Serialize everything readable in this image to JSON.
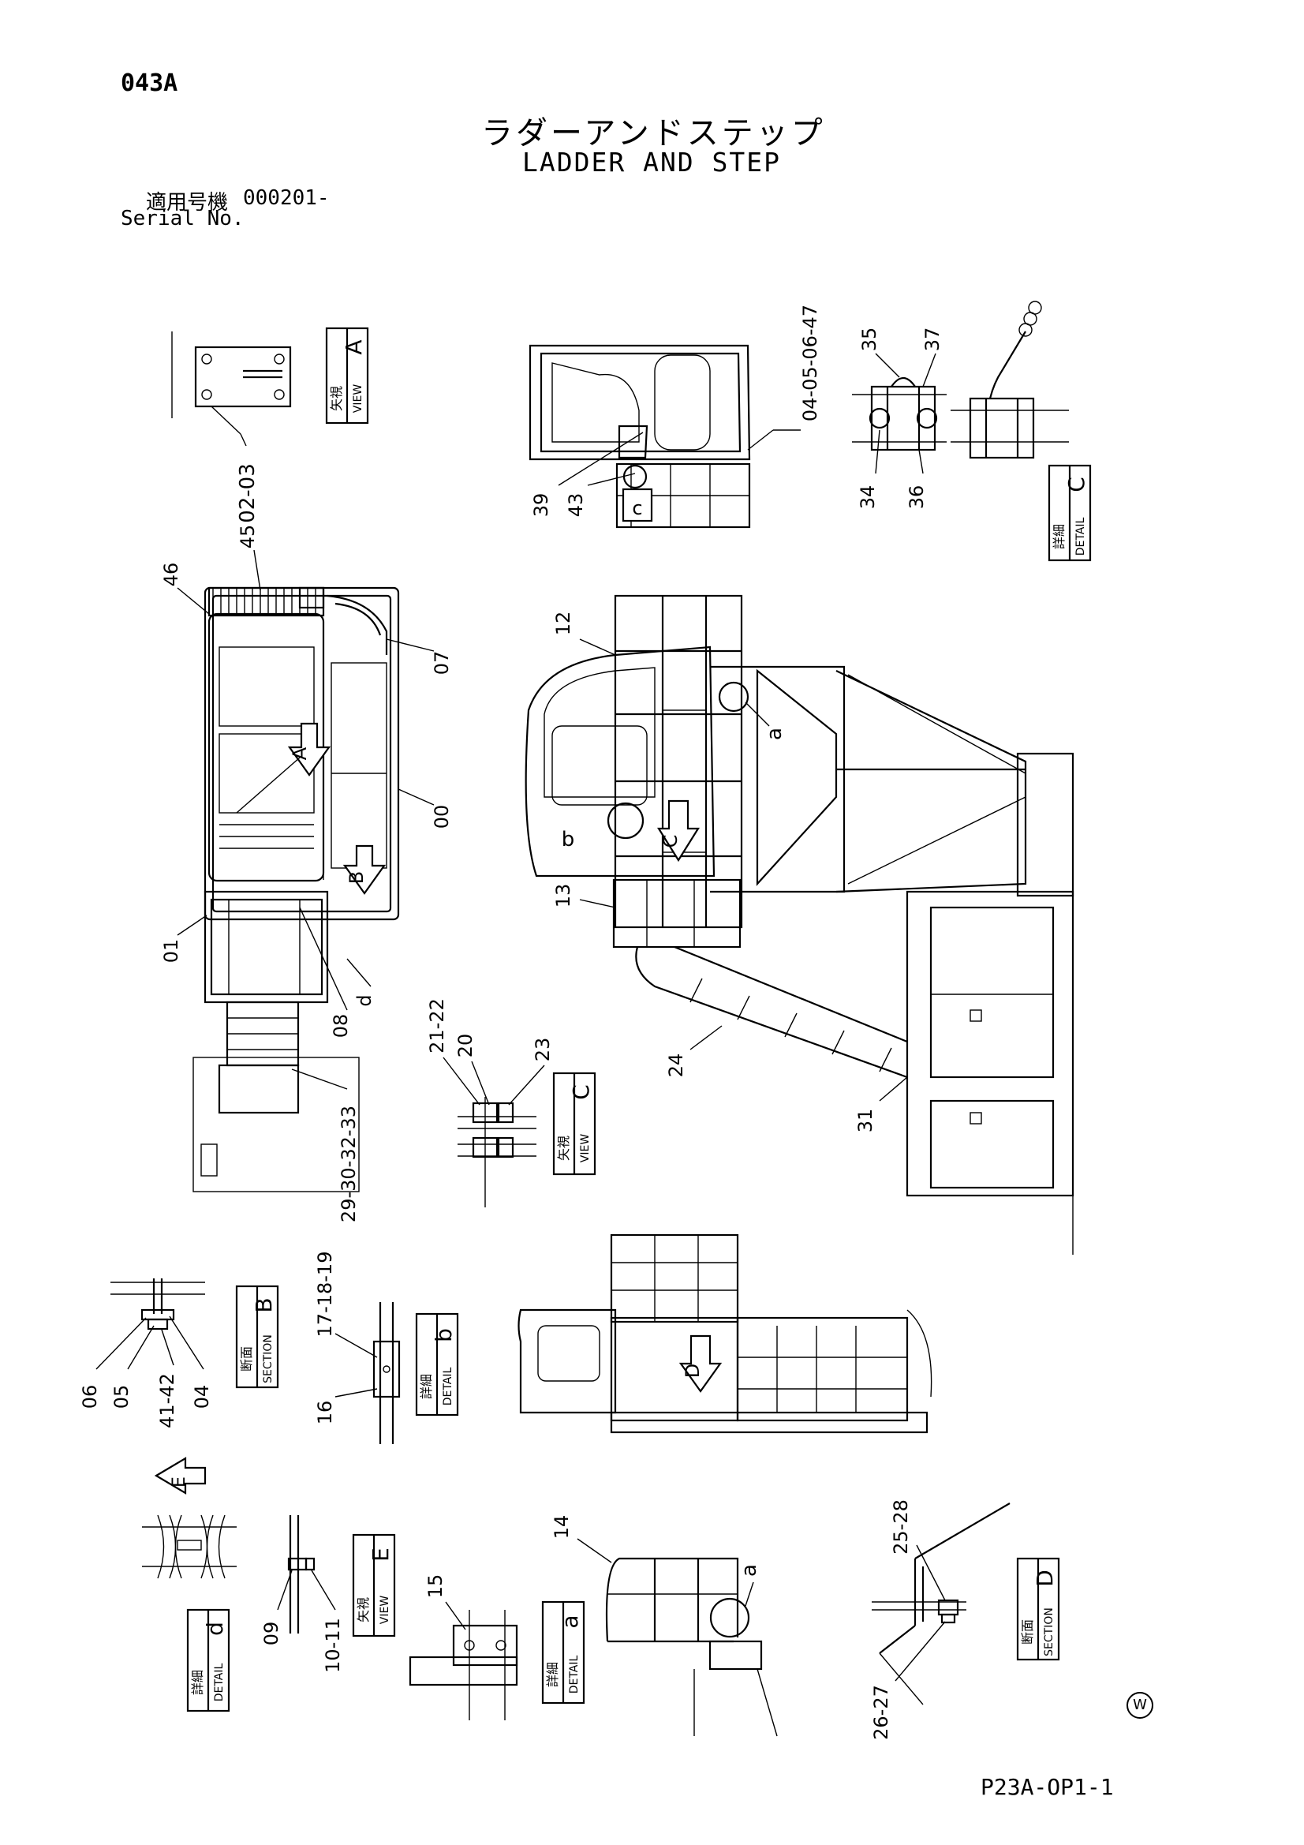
{
  "header": {
    "page_code": "043A",
    "title_jp": "ラダーアンドステップ",
    "title_en": "LADDER AND STEP",
    "serial_label_jp": "適用号機",
    "serial_value": "000201-",
    "serial_label_en": "Serial No."
  },
  "footer": {
    "doc_code": "P23A-OP1-1",
    "mark": "W"
  },
  "callouts": {
    "c02_03": "02-03",
    "c45": "45",
    "c46": "46",
    "c07": "07",
    "c00": "00",
    "c01": "01",
    "c08": "08",
    "c29_33": "29-30-32-33",
    "c39": "39",
    "c43": "43",
    "c04_47": "04-05-06-47",
    "c35": "35",
    "c37": "37",
    "c34": "34",
    "c36": "36",
    "c12": "12",
    "c13": "13",
    "c24": "24",
    "c31": "31",
    "c21_22": "21-22",
    "c20": "20",
    "c23": "23",
    "c06": "06",
    "c05": "05",
    "c41_42": "41-42",
    "c04": "04",
    "c17_19": "17-18-19",
    "c16": "16",
    "c09": "09",
    "c10_11": "10-11",
    "c15": "15",
    "c14": "14",
    "c25_28": "25-28",
    "c26_27": "26-27"
  },
  "letters": {
    "A": "A",
    "B": "B",
    "C": "C",
    "D": "D",
    "E": "E",
    "a": "a",
    "b": "b",
    "c": "c",
    "d": "d"
  },
  "view_labels": {
    "view_jp": "矢視",
    "view_en": "VIEW",
    "detail_jp": "詳細",
    "detail_en": "DETAIL",
    "section_jp": "断面",
    "section_en": "SECTION"
  }
}
